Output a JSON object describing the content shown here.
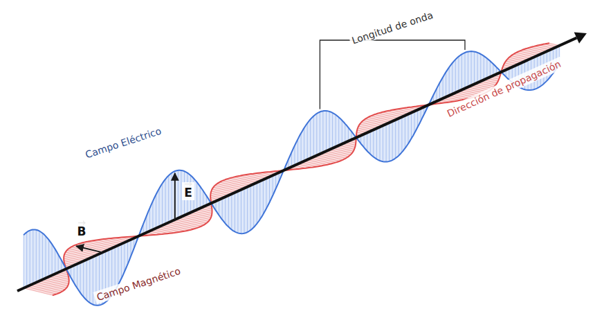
{
  "diagram": {
    "labels": [
      "Campo Eléctrico",
      "E",
      "Longitud de onda",
      "Dirección de propagación",
      "B",
      "Campo Magnético"
    ]
  }
}
